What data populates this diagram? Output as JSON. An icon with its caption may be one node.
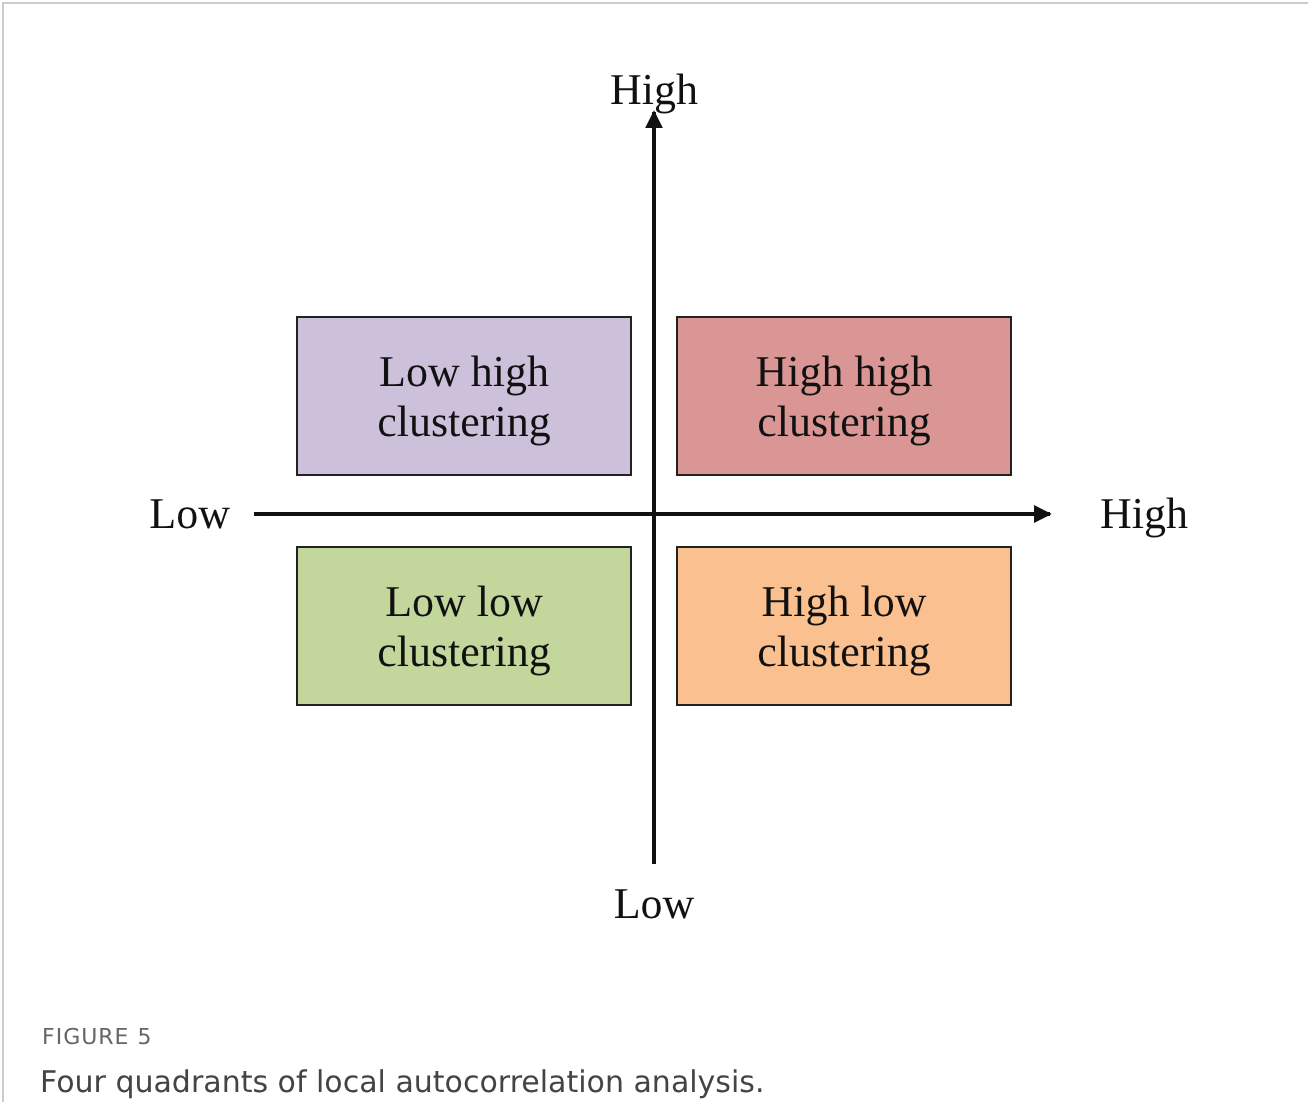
{
  "diagram": {
    "caption": "Four quadrants of local autocorrelation analysis.",
    "nodes": [
      {
        "text": [
          "Low high clustering"
        ]
      },
      {
        "text": [
          "High high clustering"
        ]
      },
      {
        "text": [
          "Low low clustering"
        ]
      },
      {
        "text": [
          "High low clustering"
        ]
      }
    ],
    "labels": [
      "High",
      "Low",
      "High",
      "Low",
      "FIGURE 5"
    ]
  }
}
